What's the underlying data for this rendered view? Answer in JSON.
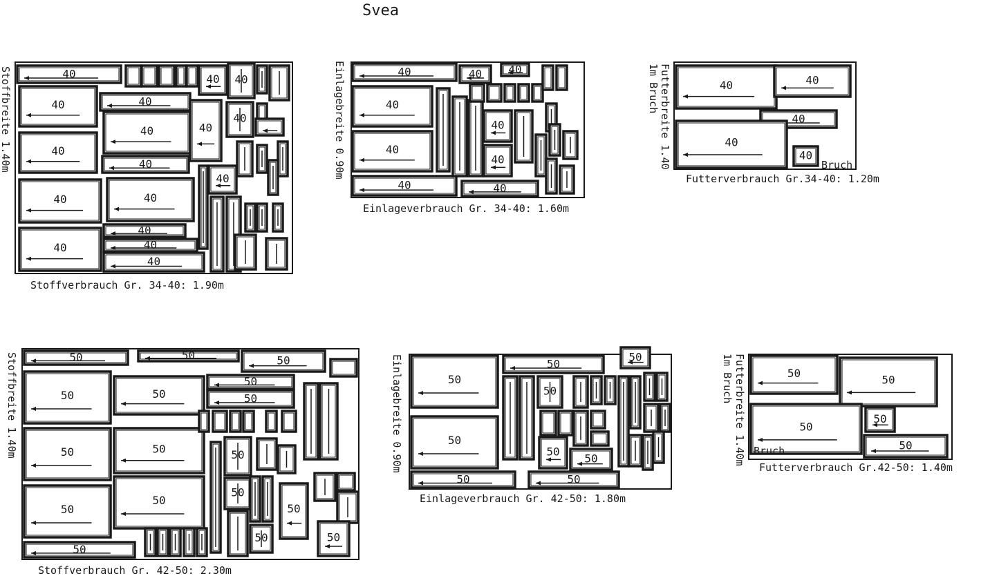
{
  "title": "Svea",
  "panels": [
    {
      "id": "stoff-34-40",
      "width_label": "Stoffbreite 1.40m",
      "usage_label": "Stoffverbrauch Gr. 34-40: 1.90m",
      "size_label": "40"
    },
    {
      "id": "einlage-34-40",
      "width_label": "Einlagebreite 0.90m",
      "usage_label": "Einlageverbrauch Gr. 34-40: 1.60m",
      "size_label": "40"
    },
    {
      "id": "futter-34-40",
      "width_label": "Futterbreite 1.40",
      "fold_label": "1m Bruch",
      "usage_label": "Futterverbrauch Gr.34-40: 1.20m",
      "size_label": "40",
      "bruch_label": "Bruch"
    },
    {
      "id": "stoff-42-50",
      "width_label": "Stoffbreite 1.40m",
      "usage_label": "Stoffverbrauch Gr. 42-50: 2.30m",
      "size_label": "50"
    },
    {
      "id": "einlage-42-50",
      "width_label": "Einlagebreite 0.90m",
      "usage_label": "Einlageverbrauch Gr. 42-50: 1.80m",
      "size_label": "50"
    },
    {
      "id": "futter-42-50",
      "width_label": "Futterbreite 1.40m",
      "fold_label": "1m Bruch",
      "usage_label": "Futterverbrauch Gr.42-50: 1.40m",
      "size_label": "50",
      "bruch_label": "Bruch"
    }
  ]
}
